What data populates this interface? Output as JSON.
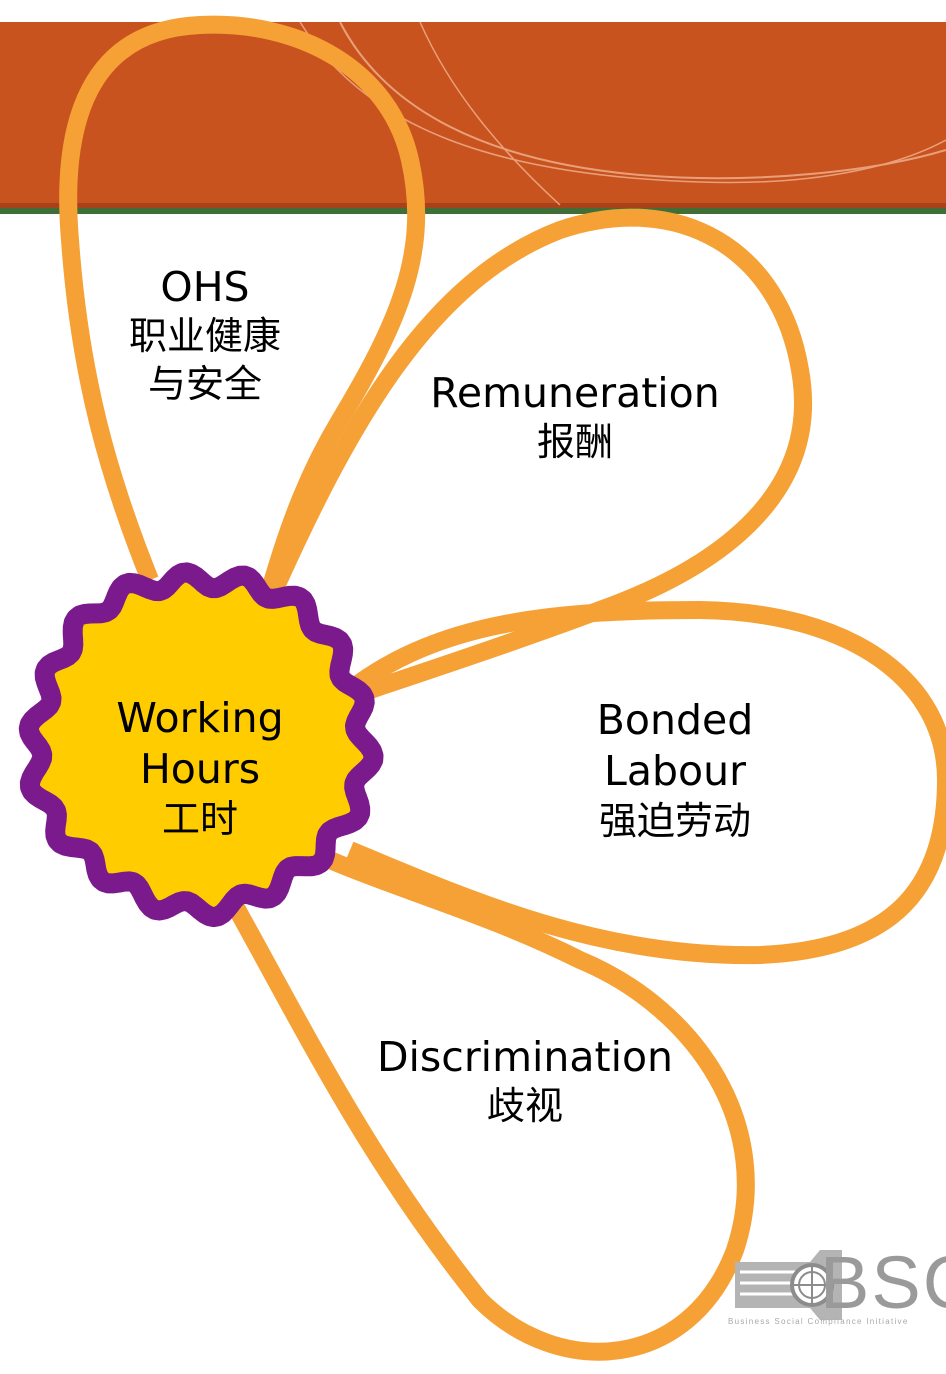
{
  "center": {
    "line1": "Working",
    "line2": "Hours",
    "line3": "工时"
  },
  "petals": {
    "ohs": {
      "line1": "OHS",
      "line2": "职业健康",
      "line3": "与安全"
    },
    "remuneration": {
      "line1": "Remuneration",
      "line2": "报酬"
    },
    "bonded_labour": {
      "line1": "Bonded",
      "line2": "Labour",
      "line3": "强迫劳动"
    },
    "discrimination": {
      "line1": "Discrimination",
      "line2": "歧视"
    }
  },
  "logo": {
    "text": "BSC",
    "subtitle": "Business Social Compliance Initiative"
  },
  "colors": {
    "banner": "#c8531f",
    "banner_stripe": "#3f6e37",
    "petal_outline": "#f6a136",
    "center_fill": "#ffcc00",
    "center_outline": "#7b1a8c",
    "logo_gray": "#9a9a9a"
  }
}
